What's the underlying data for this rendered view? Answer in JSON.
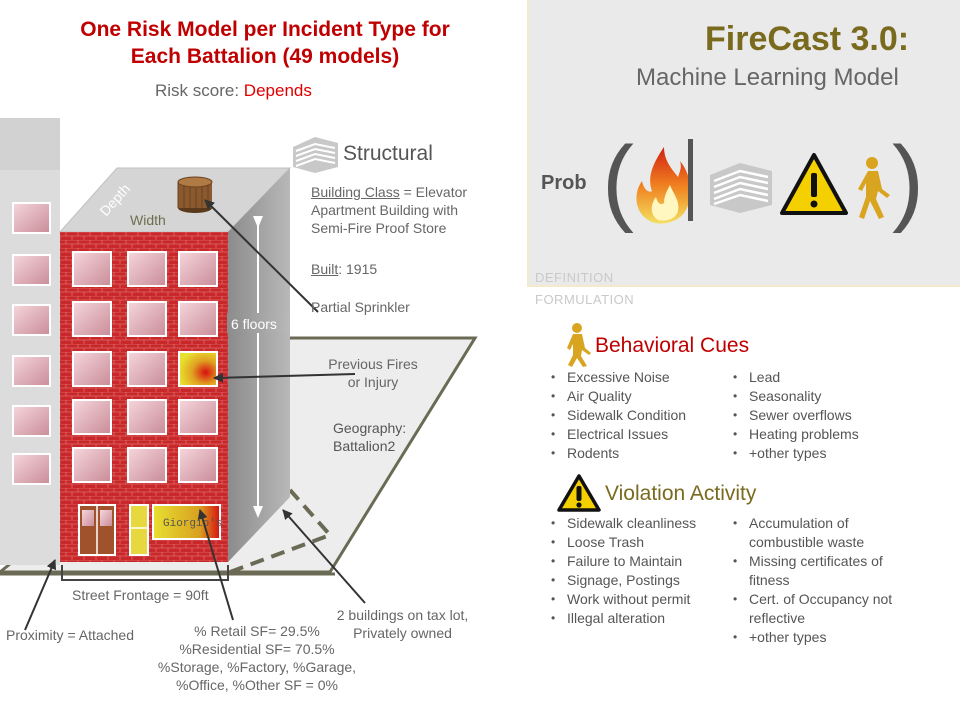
{
  "left": {
    "title_line1": "One Risk Model per Incident Type for",
    "title_line2": "Each Battalion (49 models)",
    "risk_label": "Risk score: ",
    "risk_value": "Depends",
    "structural_heading": "Structural",
    "depth_label": "Depth",
    "width_label": "Width",
    "floors_label": "6 floors",
    "store_sign": "Giorgio's",
    "building_class_label": "Building Class",
    "building_class_value": " = Elevator Apartment Building with Semi-Fire Proof Store",
    "built_label": "Built",
    "built_value": ": 1915",
    "sprinkler": "Partial Sprinkler",
    "previous_fires_line1": "Previous Fires",
    "previous_fires_line2": "or Injury",
    "geography_line1": "Geography:",
    "geography_line2": "Battalion2",
    "street_frontage": "Street Frontage = 90ft",
    "proximity": "Proximity = Attached",
    "usage_line1": "% Retail SF= 29.5%",
    "usage_line2": "%Residential SF= 70.5%",
    "usage_line3": "%Storage, %Factory, %Garage,",
    "usage_line4": "%Office, %Other SF = 0%",
    "lot_line1": "2 buildings on tax lot,",
    "lot_line2": "Privately owned"
  },
  "right": {
    "title": "FireCast 3.0:",
    "subtitle": "Machine Learning Model",
    "prob_label": "Prob",
    "definition": "DEFINITION",
    "formulation": "FORMULATION",
    "behavioral_heading": "Behavioral Cues",
    "behavioral_col1": [
      "Excessive Noise",
      "Air Quality",
      "Sidewalk Condition",
      "Electrical Issues",
      "Rodents"
    ],
    "behavioral_col2": [
      "Lead",
      "Seasonality",
      "Sewer overflows",
      "Heating problems",
      "+other types"
    ],
    "violation_heading": "Violation Activity",
    "violation_col1": [
      "Sidewalk cleanliness",
      "Loose Trash",
      "Failure to Maintain",
      "Signage, Postings",
      "Work without permit",
      "Illegal alteration"
    ],
    "violation_col2": [
      "Accumulation of combustible waste",
      "Missing certificates of fitness",
      "Cert. of Occupancy not reflective",
      "+other types"
    ]
  },
  "colors": {
    "title_red": "#c00000",
    "accent_red": "#e00000",
    "firecast_gold": "#7a6a1e",
    "brick": "#c8282a",
    "panel_bg": "#eaeaea",
    "warning_yellow": "#f5d000",
    "walker_gold": "#d9a520"
  },
  "icons": [
    "building-icon",
    "fire-icon",
    "warning-icon",
    "pedestrian-icon"
  ]
}
